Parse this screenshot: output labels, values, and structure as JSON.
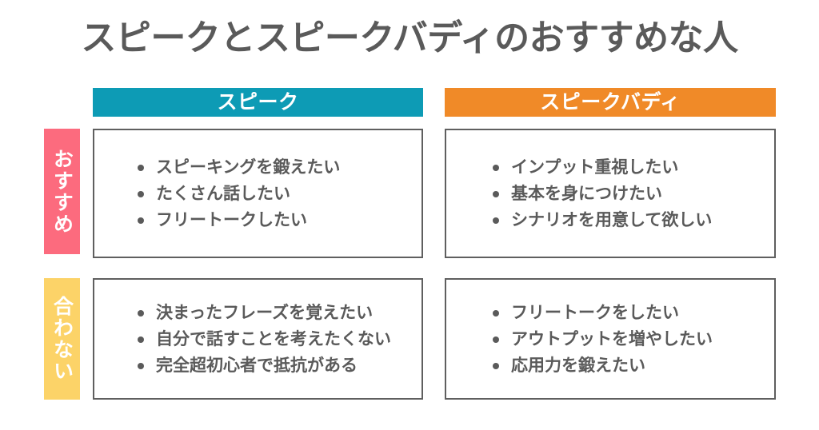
{
  "page": {
    "title": "スピークとスピークバディのおすすめな人",
    "title_color": "#5a5a5a",
    "background": "#ffffff"
  },
  "columns": [
    {
      "id": "speak",
      "label": "スピーク",
      "color": "#0d9bb5"
    },
    {
      "id": "speak-buddy",
      "label": "スピークバディ",
      "color": "#f08a28"
    }
  ],
  "rows": [
    {
      "id": "recommended",
      "label": "おすすめ",
      "color": "#fc6b7e"
    },
    {
      "id": "not-suited",
      "label": "合わない",
      "color": "#fcd368"
    }
  ],
  "cells": {
    "recommended_speak": [
      "スピーキングを鍛えたい",
      "たくさん話したい",
      "フリートークしたい"
    ],
    "recommended_speak_buddy": [
      "インプット重視したい",
      "基本を身につけたい",
      "シナリオを用意して欲しい"
    ],
    "not_suited_speak": [
      "決まったフレーズを覚えたい",
      "自分で話すことを考えたくない",
      "完全超初心者で抵抗がある"
    ],
    "not_suited_speak_buddy": [
      "フリートークをしたい",
      "アウトプットを増やしたい",
      "応用力を鍛えたい"
    ]
  },
  "styles": {
    "box_border_color": "#5f5f5f",
    "bullet_text_color": "#5a5a5a"
  }
}
